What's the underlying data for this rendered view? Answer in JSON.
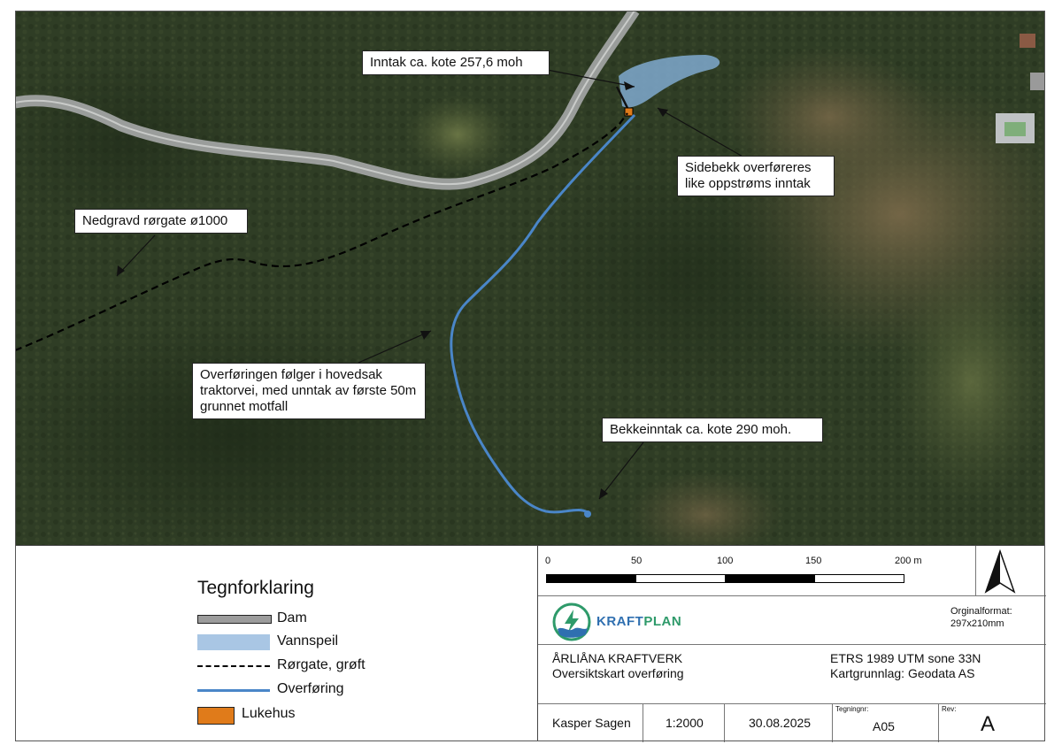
{
  "map": {
    "callouts": [
      {
        "text": "Inntak ca. kote 257,6 moh"
      },
      {
        "text": "Sidebekk overføreres like oppstrøms inntak"
      },
      {
        "text": "Nedgravd rørgate ø1000"
      },
      {
        "text": "Overføringen følger i hovedsak traktorvei, med unntak av første 50m grunnet motfall"
      },
      {
        "text": "Bekkeinntak ca. kote 290 moh."
      }
    ],
    "colors": {
      "forest": "#2c3a22",
      "road": "#8a8d8c",
      "water": "#7fa9cf",
      "transfer_line": "#4a86c8",
      "pipe_line": "#000000",
      "gate_house": "#e07b1a"
    }
  },
  "legend": {
    "title": "Tegnforklaring",
    "items": [
      {
        "label": "Dam",
        "symbol": "dam",
        "color": "#9c9c9c"
      },
      {
        "label": "Vannspeil",
        "symbol": "water",
        "color": "#a9c6e4"
      },
      {
        "label": "Rørgate, grøft",
        "symbol": "pipe",
        "color": "#000000"
      },
      {
        "label": "Overføring",
        "symbol": "transfer",
        "color": "#4a86c8"
      },
      {
        "label": "Lukehus",
        "symbol": "gate-house",
        "color": "#e07b1a"
      }
    ]
  },
  "scalebar": {
    "labels": [
      "0",
      "50",
      "100",
      "150",
      "200 m"
    ]
  },
  "north_arrow": {
    "icon": "north-arrow-icon"
  },
  "company": {
    "name": "KRAFTPLAN",
    "name_part1": "KRAFT",
    "name_part2": "PLAN",
    "logo_icon": "lightning-wave-logo",
    "color_green": "#2e9a6a",
    "color_blue": "#2f6fb0"
  },
  "format": {
    "label": "Orginalformat:",
    "value": "297x210mm"
  },
  "project": {
    "name": "ÅRLIÅNA KRAFTVERK",
    "subtitle": "Oversiktskart overføring",
    "crs": "ETRS 1989 UTM sone 33N",
    "basemap": "Kartgrunnlag: Geodata AS"
  },
  "footer": {
    "author": "Kasper Sagen",
    "scale": "1:2000",
    "date": "30.08.2025",
    "drawing_no_label": "Tegningnr:",
    "drawing_no": "A05",
    "rev_label": "Rev:",
    "rev": "A"
  }
}
